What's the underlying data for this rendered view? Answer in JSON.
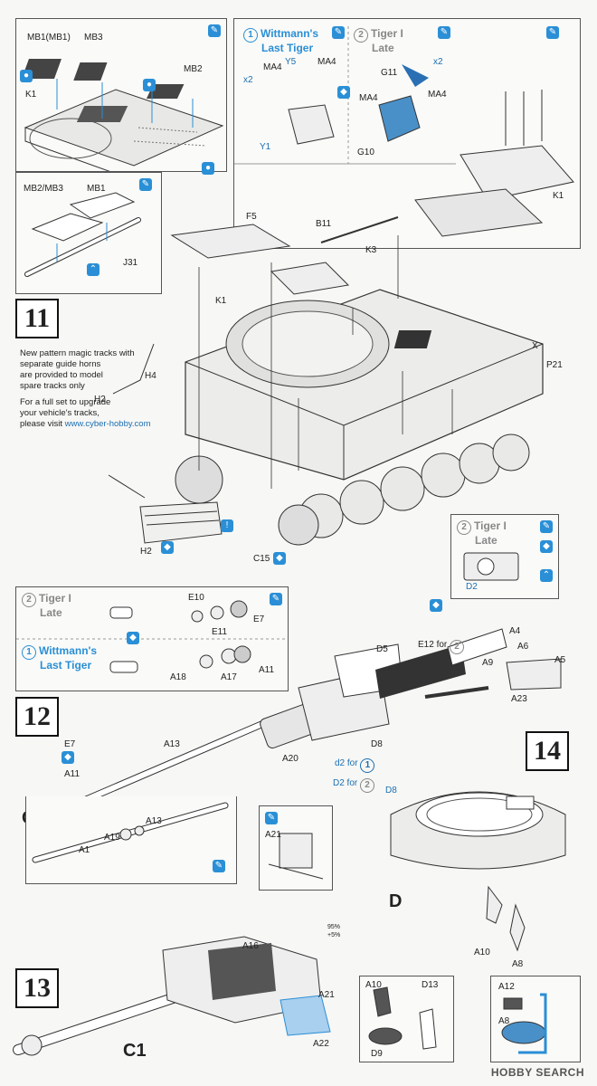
{
  "steps": {
    "s11": "11",
    "s12": "12",
    "s13": "13",
    "s14": "14"
  },
  "variants": {
    "v1_num": "1",
    "v1_name_a": "Wittmann's",
    "v1_name_b": "Last Tiger",
    "v2_num": "2",
    "v2_name_a": "Tiger I",
    "v2_name_b": "Late"
  },
  "note": {
    "line1": "New pattern magic tracks with",
    "line2": "separate guide horns",
    "line3": "are provided to model",
    "line4": "spare tracks only",
    "line5": "For a full set to upgrade",
    "line6": "your vehicle's tracks,",
    "line7": "please visit",
    "url": "www.cyber-hobby.com"
  },
  "parts": {
    "mb1mb1": "MB1(MB1)",
    "mb3": "MB3",
    "mb2": "MB2",
    "k1": "K1",
    "mb2mb3": "MB2/MB3",
    "mb1": "MB1",
    "j31": "J31",
    "y5": "Y5",
    "ma4": "MA4",
    "y1": "Y1",
    "g11": "G11",
    "g10": "G10",
    "x2": "x2",
    "f5": "F5",
    "b11": "B11",
    "k3": "K3",
    "x": "X",
    "p21": "P21",
    "h2": "H2",
    "h4": "H4",
    "c15": "C15",
    "d2": "D2",
    "e10": "E10",
    "e11": "E11",
    "e7": "E7",
    "a18": "A18",
    "a17": "A17",
    "a11": "A11",
    "e12for": "E12 for",
    "a4": "A4",
    "d5": "D5",
    "a9": "A9",
    "a6": "A6",
    "a5": "A5",
    "a23": "A23",
    "d8": "D8",
    "a20": "A20",
    "a13": "A13",
    "c1": "C1",
    "d2for": "d2 for",
    "D2for": "D2 for",
    "a1": "A1",
    "a19": "A19",
    "a21": "A21",
    "a16": "A16",
    "a22": "A22",
    "d": "D",
    "a10": "A10",
    "a8": "A8",
    "d13": "D13",
    "d9": "D9",
    "a12": "A12",
    "pct1": "95%",
    "pct2": "+5%"
  },
  "watermark": "HOBBY SEARCH",
  "colors": {
    "accent": "#2a8fd6",
    "grey_text": "#888888",
    "line": "#333333"
  }
}
